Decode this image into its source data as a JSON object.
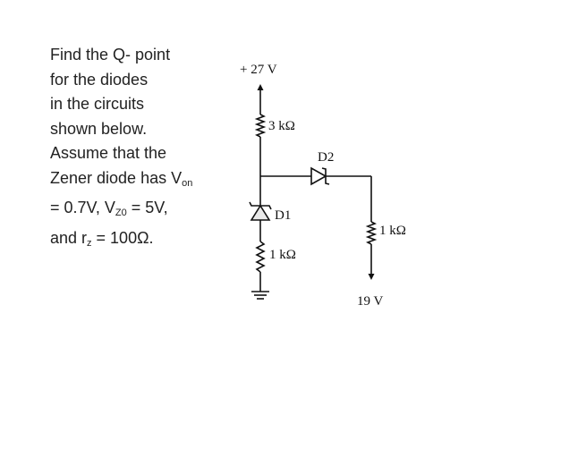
{
  "problem": {
    "line1": "Find the Q- point",
    "line2": "for the diodes",
    "line3": "in the circuits",
    "line4": "shown below.",
    "line5": "Assume that the",
    "line6_pre": "Zener diode has V",
    "line6_sub": "on",
    "line7_a": "= 0.7V, V",
    "line7_sub": "Z0",
    "line7_b": " = 5V,",
    "line8_a": "and r",
    "line8_sub": "z",
    "line8_b": " = 100Ω."
  },
  "circuit": {
    "supply_top": "+ 27 V",
    "r_top": "3 kΩ",
    "d2": "D2",
    "d1": "D1",
    "r_bottom": "1 kΩ",
    "r_right": "1 kΩ",
    "supply_right": "19 V"
  }
}
